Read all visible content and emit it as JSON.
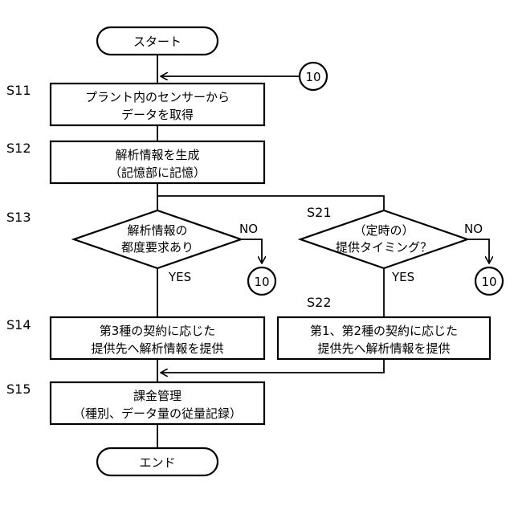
{
  "flowchart": {
    "start": "スタート",
    "end": "エンド",
    "connector": "10",
    "steps": {
      "s11": {
        "id": "S11",
        "line1": "プラント内のセンサーから",
        "line2": "データを取得"
      },
      "s12": {
        "id": "S12",
        "line1": "解析情報を生成",
        "line2": "（記憶部に記憶）"
      },
      "s13": {
        "id": "S13",
        "line1": "解析情報の",
        "line2": "都度要求あり"
      },
      "s21": {
        "id": "S21",
        "line1": "（定時の）",
        "line2": "提供タイミング？"
      },
      "s14": {
        "id": "S14",
        "line1": "第3種の契約に応じた",
        "line2": "提供先へ解析情報を提供"
      },
      "s22": {
        "id": "S22",
        "line1": "第1、第2種の契約に応じた",
        "line2": "提供先へ解析情報を提供"
      },
      "s15": {
        "id": "S15",
        "line1": "課金管理",
        "line2": "（種別、データ量の従量記録）"
      }
    },
    "labels": {
      "yes": "YES",
      "no": "NO"
    }
  }
}
